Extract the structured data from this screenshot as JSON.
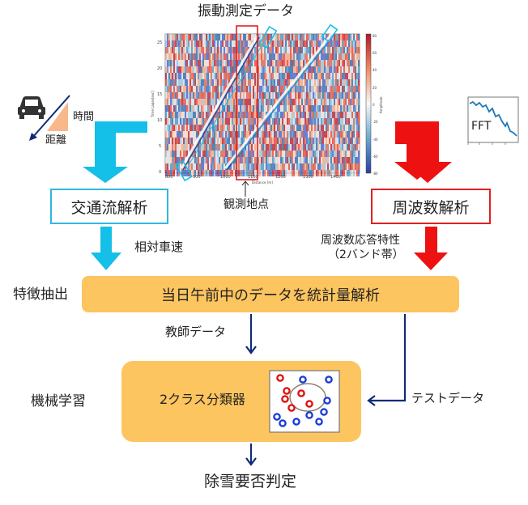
{
  "title": "振動測定データ",
  "heatmap": {
    "x_ticks": [
      "800",
      "900",
      "1000",
      "1100",
      "1200",
      "1300",
      "1400"
    ],
    "y_ticks": [
      "0",
      "5",
      "10",
      "15",
      "20",
      "25"
    ],
    "x_axis_label": "Distance [m]",
    "y_axis_label": "Time Lapse[sec]",
    "colorbar_ticks": [
      "80",
      "60",
      "40",
      "20",
      "0",
      "-20",
      "-40",
      "-60",
      "-80"
    ],
    "colorbar_label": "Amplitude"
  },
  "observation_point": "観測地点",
  "traffic_icon": {
    "time": "時間",
    "distance": "距離"
  },
  "fft_label": "FFT",
  "traffic_box": "交通流解析",
  "frequency_box": "周波数解析",
  "relative_speed": "相対車速",
  "freq_response_line1": "周波数応答特性",
  "freq_response_line2": "（2バンド帯）",
  "feature_extraction": "特徴抽出",
  "stats_analysis": "当日午前中のデータを統計量解析",
  "teacher_data": "教師データ",
  "machine_learning": "機械学習",
  "classifier": "2クラス分類器",
  "test_data": "テストデータ",
  "result": "除雪要否判定",
  "colors": {
    "blue_arrow": "#14bfe8",
    "red_arrow": "#ee1111",
    "navy_arrow": "#102a78",
    "orange_band": "#fdc55f",
    "scatter_red": "#e01010",
    "scatter_blue": "#1a3cd8"
  }
}
